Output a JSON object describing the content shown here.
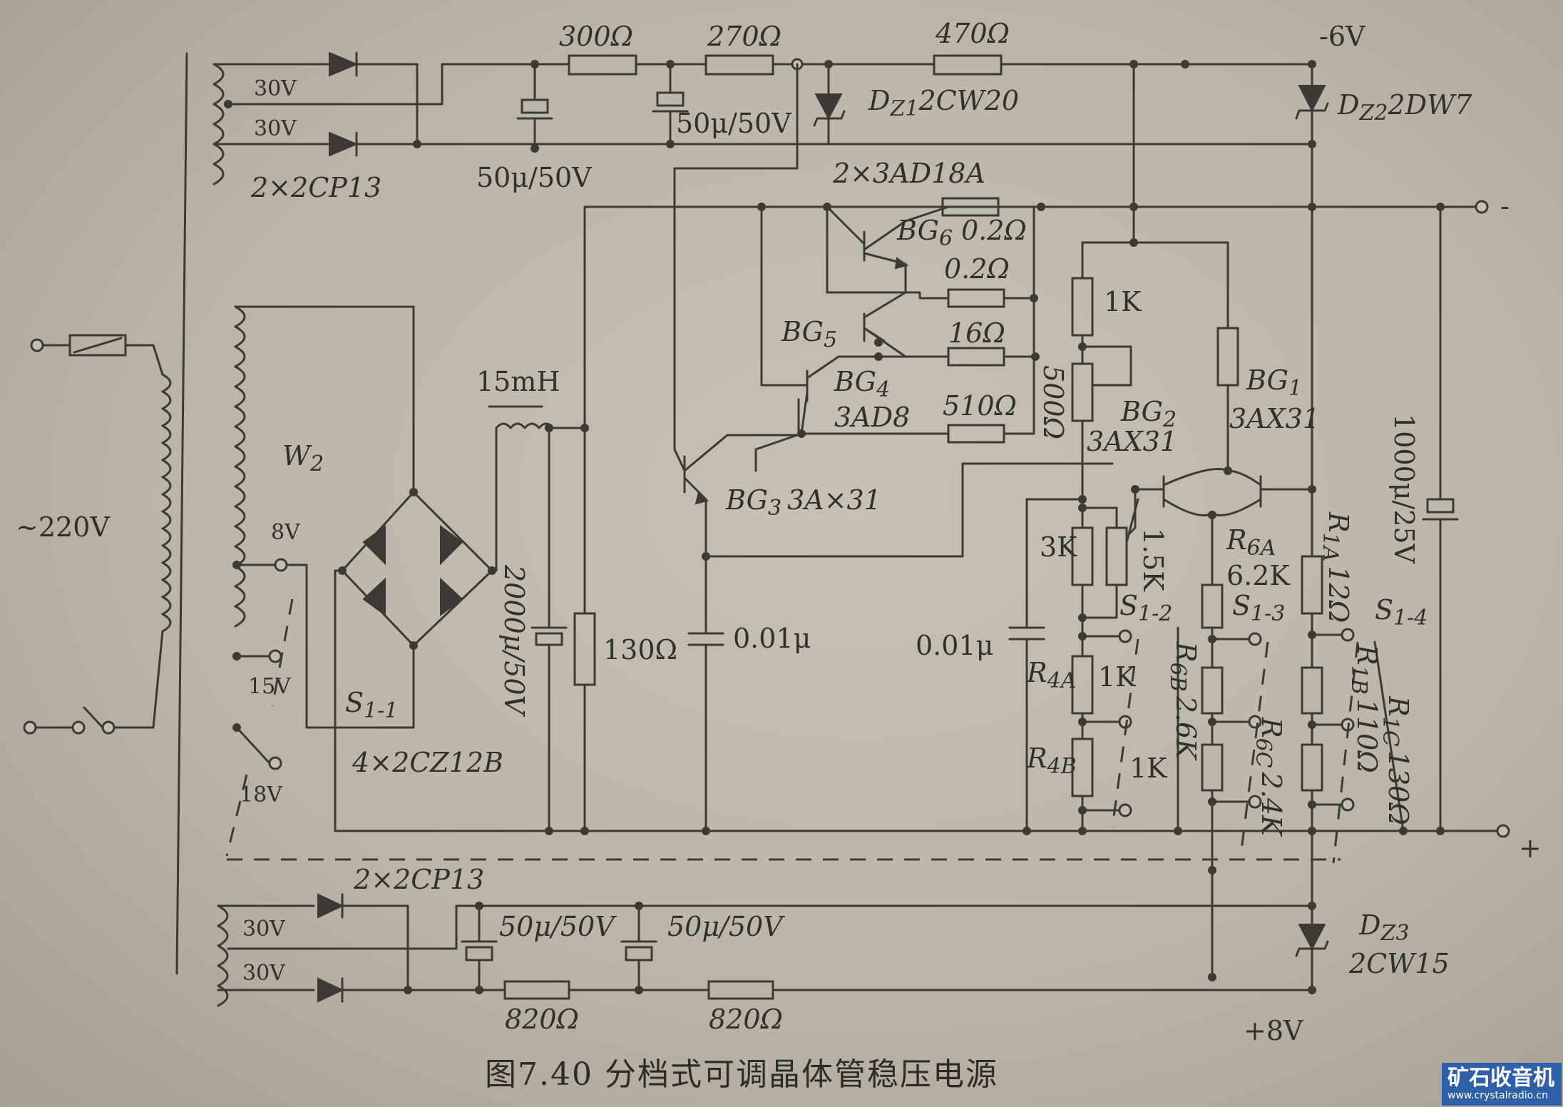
{
  "labels": {
    "neg6v": "-6V",
    "pos8v": "+8V",
    "mains": "~220V",
    "w2": "W",
    "w2_sub": "2",
    "tap_8v": "8V",
    "tap_15v": "15V",
    "tap_18v": "18V",
    "sec_30v": "30V",
    "top_diodes": "2×2CP13",
    "bot_diodes": "2×2CP13",
    "bridge": "4×2CZ12B",
    "s1_1": "S",
    "s1_1_sub": "1-1",
    "r300": "300Ω",
    "r270": "270Ω",
    "r470": "470Ω",
    "c50_top1": "50μ/50V",
    "c50_top2": "50μ/50V",
    "dz1": "D",
    "dz1_sub": "Z1",
    "dz1_type": "2CW20",
    "dz2": "D",
    "dz2_sub": "Z2",
    "dz2_type": "2DW7",
    "bg6_pair": "2×3AD18A",
    "bg6": "BG",
    "bg6_sub": "6",
    "r0_2a": "0.2Ω",
    "r0_2b": "0.2Ω",
    "bg5": "BG",
    "bg5_sub": "5",
    "r16": "16Ω",
    "bg4": "BG",
    "bg4_sub": "4",
    "bg4_type": "3AD8",
    "r510": "510Ω",
    "r500": "500Ω",
    "l15": "15mH",
    "c2000": "2000μ/50V",
    "r130": "130Ω",
    "bg3": "BG",
    "bg3_sub": "3",
    "bg3_type": "3A×31",
    "c001a": "0.01μ",
    "r1k_top": "1K",
    "bg2": "BG",
    "bg2_sub": "2",
    "bg2_type": "3AX31",
    "bg1": "BG",
    "bg1_sub": "1",
    "bg1_type": "3AX31",
    "c1000": "1000μ/25V",
    "r3k": "3K",
    "r1_5k": "1.5K",
    "r6a": "R",
    "r6a_sub": "6A",
    "r6a_val": "6.2K",
    "r1a": "R",
    "r1a_sub": "1A",
    "r1a_val": "12Ω",
    "s1_2": "S",
    "s1_2_sub": "1-2",
    "s1_3": "S",
    "s1_3_sub": "1-3",
    "s1_4": "S",
    "s1_4_sub": "1-4",
    "c001b": "0.01μ",
    "r4a": "R",
    "r4a_sub": "4A",
    "r4a_val": "1K",
    "r4b": "R",
    "r4b_sub": "4B",
    "r4b_val": "1K",
    "r6b": "R",
    "r6b_sub": "6B",
    "r6b_val": "2.6K",
    "r6c": "R",
    "r6c_sub": "6C",
    "r6c_val": "2.4K",
    "r1b": "R",
    "r1b_sub": "1B",
    "r1b_val": "110Ω",
    "r1c": "R",
    "r1c_sub": "1C",
    "r1c_val": "130Ω",
    "c50_bot1": "50μ/50V",
    "c50_bot2": "50μ/50V",
    "r820a": "820Ω",
    "r820b": "820Ω",
    "dz3": "D",
    "dz3_sub": "Z3",
    "dz3_type": "2CW15",
    "out_minus": "-",
    "out_plus": "+"
  },
  "caption": "图7.40   分档式可调晶体管稳压电源",
  "watermark": {
    "name": "矿石收音机",
    "url": "www.crystalradio.cn"
  }
}
